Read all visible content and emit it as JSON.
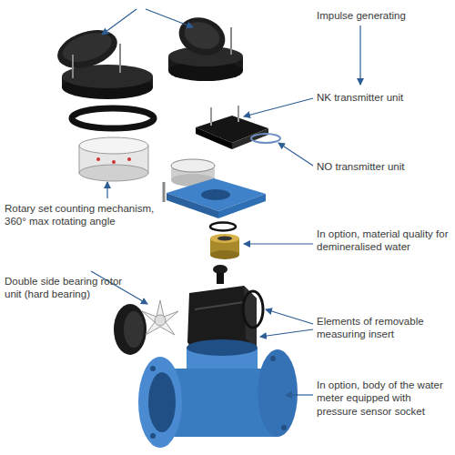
{
  "diagram": {
    "labels": [
      "Impulse generating",
      "NK transmitter unit",
      "NO transmitter unit",
      "Rotary set counting mechanism, 360° max rotating angle",
      "In option, material quality for demineralised water",
      "Double side bearing rotor unit (hard bearing)",
      "Elements of removable measuring insert",
      "In option, body of the water meter equipped with pressure sensor socket"
    ]
  }
}
